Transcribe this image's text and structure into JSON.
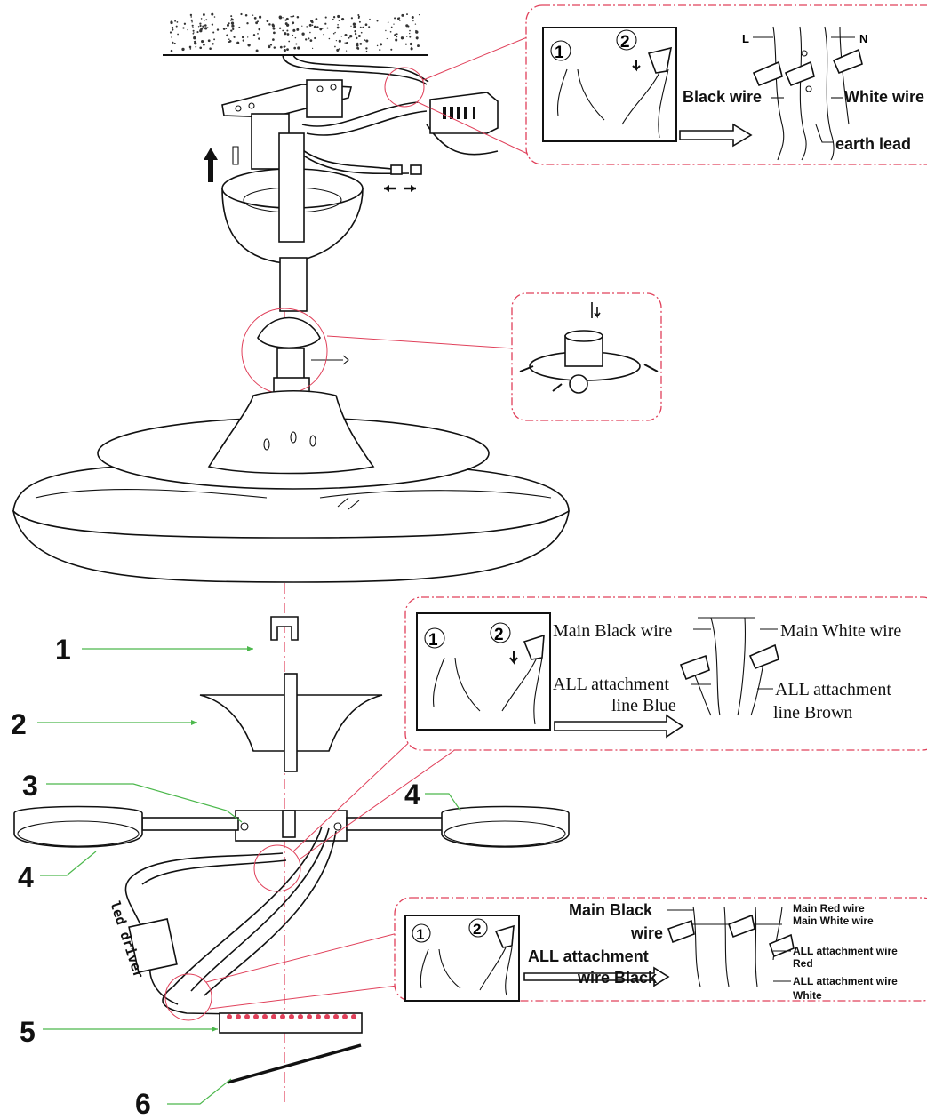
{
  "callouts": {
    "top": {
      "step1": "1",
      "step2": "2",
      "labels": {
        "L": "L",
        "N": "N",
        "black_wire": "Black wire",
        "white_wire": "White wire",
        "earth_lead": "earth lead"
      }
    },
    "middle": {
      "step1": "1",
      "step2": "2",
      "labels": {
        "main_black": "Main Black wire",
        "main_white": "Main  White wire",
        "attach_line_1": "ALL attachment",
        "attach_line_blue": "line Blue",
        "attach_brown_1": "ALL attachment",
        "attach_brown_2": "line Brown"
      }
    },
    "bottom": {
      "step1": "1",
      "step2": "2",
      "labels": {
        "main_black_1": "Main Black",
        "main_black_2": "wire",
        "attach_black_1": "ALL attachment",
        "attach_black_2": "wire Black",
        "main_red": "Main  Red wire",
        "main_white": "Main  White wire",
        "attach_red_1": "ALL attachment wire",
        "attach_red_2": "Red",
        "attach_white_1": "ALL attachment wire",
        "attach_white_2": "White"
      }
    }
  },
  "parts": {
    "p1": "1",
    "p2": "2",
    "p3": "3",
    "p4a": "4",
    "p4b": "4",
    "p5": "5",
    "p6": "6"
  },
  "led_driver_label": "led driver",
  "colors": {
    "callout_border": "#e0405a",
    "leader_line": "#4cb84c",
    "ink": "#111111"
  }
}
